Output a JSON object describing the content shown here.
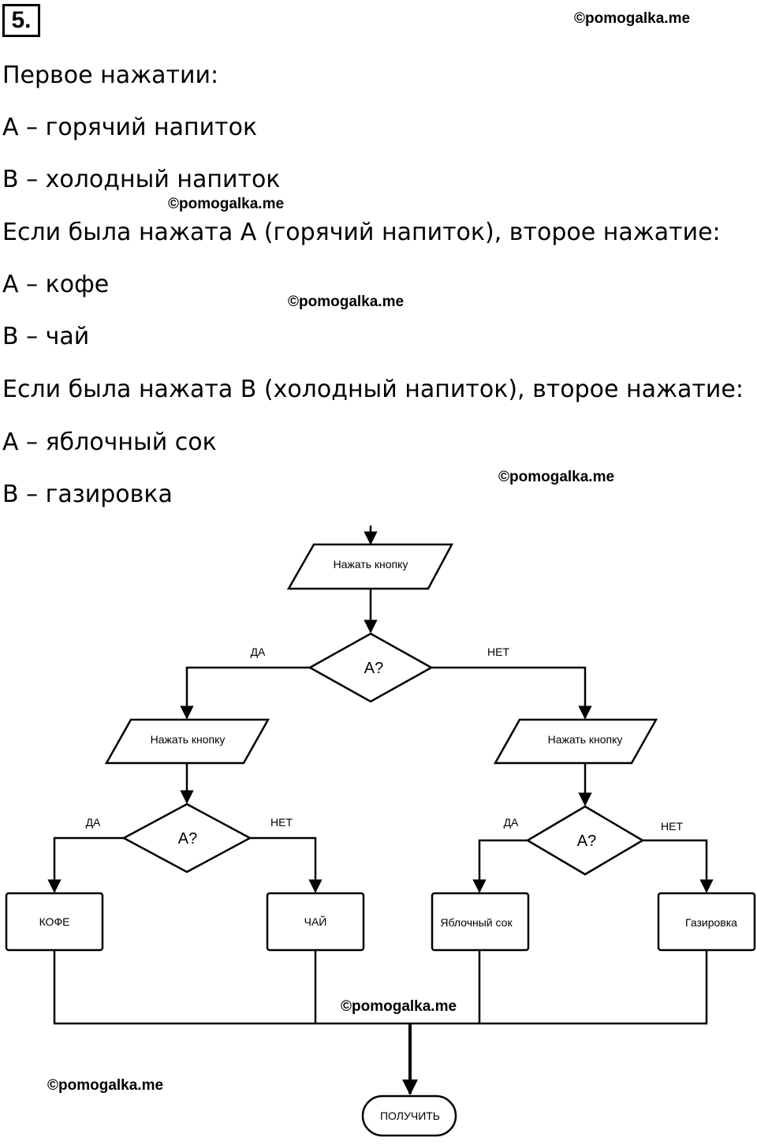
{
  "problem_number": "5.",
  "text_lines": [
    "Первое нажатии:",
    "А – горячий напиток",
    "В – холодный напиток",
    "Если была нажата А (горячий напиток), второе нажатие:",
    "А – кофе",
    "В – чай",
    "Если была нажата В (холодный напиток), второе нажатие:",
    "А – яблочный сок",
    "В – газировка"
  ],
  "watermark": "©pomogalka.me",
  "flowchart": {
    "input_top": "Нажать кнопку",
    "decision_top": "A?",
    "input_left": "Нажать кнопку",
    "input_right": "Нажать кнопку",
    "decision_left": "A?",
    "decision_right": "A?",
    "yes_label": "ДА",
    "no_label": "НЕТ",
    "process_coffee": "КОФЕ",
    "process_tea": "ЧАЙ",
    "process_apple": "Яблочный сок",
    "process_soda": "Газировка",
    "terminal": "ПОЛУЧИТЬ"
  }
}
